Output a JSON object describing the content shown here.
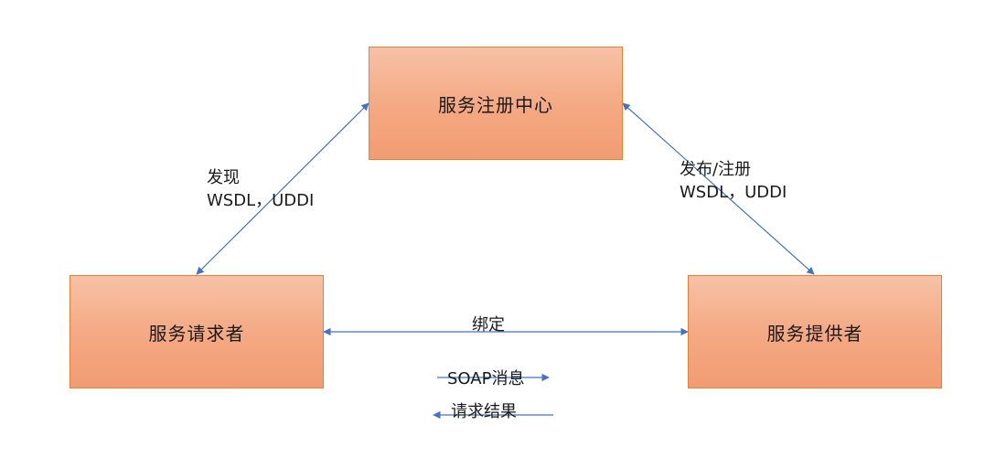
{
  "diagram": {
    "registry": {
      "label": "服务注册中心"
    },
    "requester": {
      "label": "服务请求者"
    },
    "provider": {
      "label": "服务提供者"
    },
    "discover": {
      "line1": "发现",
      "line2": "WSDL，UDDI"
    },
    "publish": {
      "line1": "发布/注册",
      "line2": "WSDL，UDDI"
    },
    "bind": {
      "label": "绑定"
    },
    "soap_message": {
      "label": "SOAP消息"
    },
    "request_result": {
      "label": "请求结果"
    }
  },
  "colors": {
    "box_border": "#ED7D31",
    "box_fill": "#F4A882",
    "arrow": "#4472C4"
  }
}
